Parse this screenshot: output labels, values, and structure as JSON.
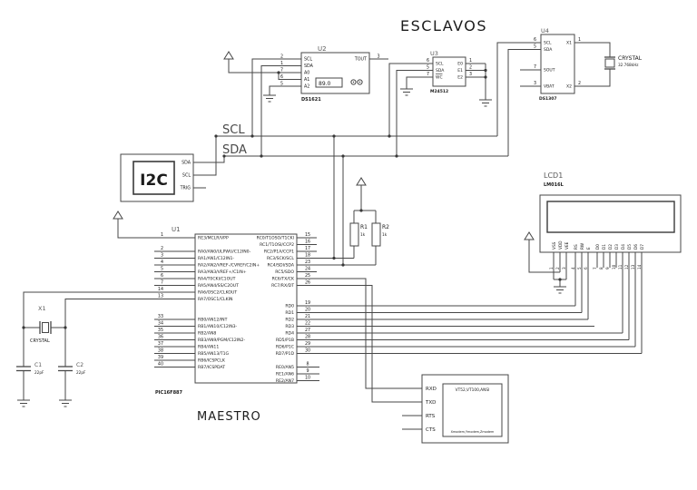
{
  "title_slaves": "ESCLAVOS",
  "title_master": "MAESTRO",
  "bus": {
    "scl": "SCL",
    "sda": "SDA"
  },
  "i2c": {
    "logo": "I2C",
    "pin_sda": "SDA",
    "pin_scl": "SCL",
    "pin_trig": "TRIG"
  },
  "u1": {
    "ref": "U1",
    "part": "PIC16F887",
    "left": [
      {
        "n": "1",
        "l": "RE3/MCLR/VPP"
      },
      {
        "n": "2",
        "l": "RA0/AN0/ULPWU/C12IN0-"
      },
      {
        "n": "3",
        "l": "RA1/AN1/C12IN1-"
      },
      {
        "n": "4",
        "l": "RA2/AN2/VREF-/CVREF/C2IN+"
      },
      {
        "n": "5",
        "l": "RA3/AN3/VREF+/C1IN+"
      },
      {
        "n": "6",
        "l": "RA4/T0CKI/C1OUT"
      },
      {
        "n": "7",
        "l": "RA5/AN4/SS/C2OUT"
      },
      {
        "n": "14",
        "l": "RA6/OSC2/CLKOUT"
      },
      {
        "n": "13",
        "l": "RA7/OSC1/CLKIN"
      },
      {
        "n": "33",
        "l": "RB0/AN12/INT"
      },
      {
        "n": "34",
        "l": "RB1/AN10/C12IN3-"
      },
      {
        "n": "35",
        "l": "RB2/AN8"
      },
      {
        "n": "36",
        "l": "RB3/AN9/PGM/C12IN2-"
      },
      {
        "n": "37",
        "l": "RB4/AN11"
      },
      {
        "n": "38",
        "l": "RB5/AN13/T1G"
      },
      {
        "n": "39",
        "l": "RB6/ICSPCLK"
      },
      {
        "n": "40",
        "l": "RB7/ICSPDAT"
      }
    ],
    "right": [
      {
        "n": "15",
        "l": "RC0/T1OSO/T1CKI"
      },
      {
        "n": "16",
        "l": "RC1/T1OSI/CCP2"
      },
      {
        "n": "17",
        "l": "RC2/P1A/CCP1"
      },
      {
        "n": "18",
        "l": "RC3/SCK/SCL"
      },
      {
        "n": "23",
        "l": "RC4/SDI/SDA"
      },
      {
        "n": "24",
        "l": "RC5/SDO"
      },
      {
        "n": "25",
        "l": "RC6/TX/CK"
      },
      {
        "n": "26",
        "l": "RC7/RX/DT"
      },
      {
        "n": "19",
        "l": "RD0"
      },
      {
        "n": "20",
        "l": "RD1"
      },
      {
        "n": "21",
        "l": "RD2"
      },
      {
        "n": "22",
        "l": "RD3"
      },
      {
        "n": "27",
        "l": "RD4"
      },
      {
        "n": "28",
        "l": "RD5/P1B"
      },
      {
        "n": "29",
        "l": "RD6/P1C"
      },
      {
        "n": "30",
        "l": "RD7/P1D"
      },
      {
        "n": "8",
        "l": "RE0/AN5"
      },
      {
        "n": "9",
        "l": "RE1/AN6"
      },
      {
        "n": "10",
        "l": "RE2/AN7"
      }
    ]
  },
  "u2": {
    "ref": "U2",
    "part": "DS1621",
    "display": "89.0",
    "left": [
      {
        "n": "2",
        "l": "SCL"
      },
      {
        "n": "1",
        "l": "SDA"
      },
      {
        "n": "7",
        "l": "A0"
      },
      {
        "n": "6",
        "l": "A1"
      },
      {
        "n": "5",
        "l": "A2"
      }
    ],
    "right": [
      {
        "n": "3",
        "l": "TOUT"
      }
    ]
  },
  "u3": {
    "ref": "U3",
    "part": "M24512",
    "left": [
      {
        "n": "6",
        "l": "SCL"
      },
      {
        "n": "5",
        "l": "SDA"
      },
      {
        "n": "7",
        "l": "WC"
      }
    ],
    "right": [
      {
        "n": "1",
        "l": "E0"
      },
      {
        "n": "2",
        "l": "E1"
      },
      {
        "n": "3",
        "l": "E2"
      }
    ]
  },
  "u4": {
    "ref": "U4",
    "part": "DS1307",
    "crystal_label": "CRYSTAL",
    "crystal_freq": "32.768kHz",
    "left": [
      {
        "n": "6",
        "l": "SCL"
      },
      {
        "n": "5",
        "l": "SDA"
      },
      {
        "n": "7",
        "l": "SOUT"
      },
      {
        "n": "3",
        "l": "VBAT"
      }
    ],
    "right": [
      {
        "n": "1",
        "l": "X1"
      },
      {
        "n": "2",
        "l": "X2"
      }
    ]
  },
  "x1": {
    "ref": "X1",
    "label": "CRYSTAL"
  },
  "c1": {
    "ref": "C1",
    "value": "22pF"
  },
  "c2": {
    "ref": "C2",
    "value": "22pF"
  },
  "r1": {
    "ref": "R1",
    "value": "1k"
  },
  "r2": {
    "ref": "R2",
    "value": "1k"
  },
  "lcd": {
    "ref": "LCD1",
    "part": "LM016L",
    "pins": [
      {
        "n": "1",
        "l": "VSS"
      },
      {
        "n": "2",
        "l": "VDD"
      },
      {
        "n": "3",
        "l": "VEE"
      },
      {
        "n": "4",
        "l": "RS"
      },
      {
        "n": "5",
        "l": "RW"
      },
      {
        "n": "6",
        "l": "E"
      },
      {
        "n": "7",
        "l": "D0"
      },
      {
        "n": "8",
        "l": "D1"
      },
      {
        "n": "9",
        "l": "D2"
      },
      {
        "n": "10",
        "l": "D3"
      },
      {
        "n": "11",
        "l": "D4"
      },
      {
        "n": "12",
        "l": "D5"
      },
      {
        "n": "13",
        "l": "D6"
      },
      {
        "n": "14",
        "l": "D7"
      }
    ]
  },
  "terminal": {
    "pins": [
      "RXD",
      "TXD",
      "RTS",
      "CTS"
    ],
    "screen_line1": "VT52,VT100,ANSI",
    "screen_line2": "Xmodem,Ymodem,Zmodem"
  }
}
